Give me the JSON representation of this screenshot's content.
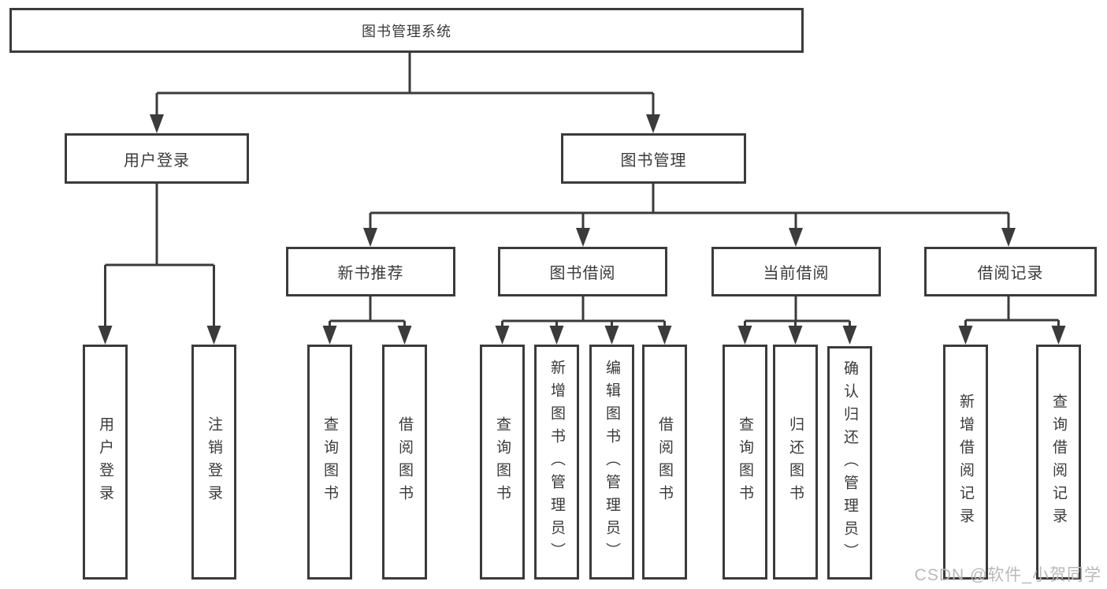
{
  "diagram_title": "图书管理系统",
  "tree": {
    "label": "图书管理系统",
    "children": [
      {
        "label": "用户登录",
        "children": [
          {
            "label": "用户登录"
          },
          {
            "label": "注销登录"
          }
        ]
      },
      {
        "label": "图书管理",
        "children": [
          {
            "label": "新书推荐",
            "children": [
              {
                "label": "查询图书"
              },
              {
                "label": "借阅图书"
              }
            ]
          },
          {
            "label": "图书借阅",
            "children": [
              {
                "label": "查询图书"
              },
              {
                "label": "新增图书（管理员）"
              },
              {
                "label": "编辑图书（管理员）"
              },
              {
                "label": "借阅图书"
              }
            ]
          },
          {
            "label": "当前借阅",
            "children": [
              {
                "label": "查询图书"
              },
              {
                "label": "归还图书"
              },
              {
                "label": "确认归还（管理员）"
              }
            ]
          },
          {
            "label": "借阅记录",
            "children": [
              {
                "label": "新增借阅记录"
              },
              {
                "label": "查询借阅记录"
              }
            ]
          }
        ]
      }
    ]
  },
  "watermark": {
    "text": "CSDN @软件_小贺同学"
  },
  "colors": {
    "line": "#3b3b3b",
    "text": "#3a3a3a",
    "watermark": "#b9b9b9",
    "box_background": "#ffffff",
    "page_background": "#ffffff"
  }
}
